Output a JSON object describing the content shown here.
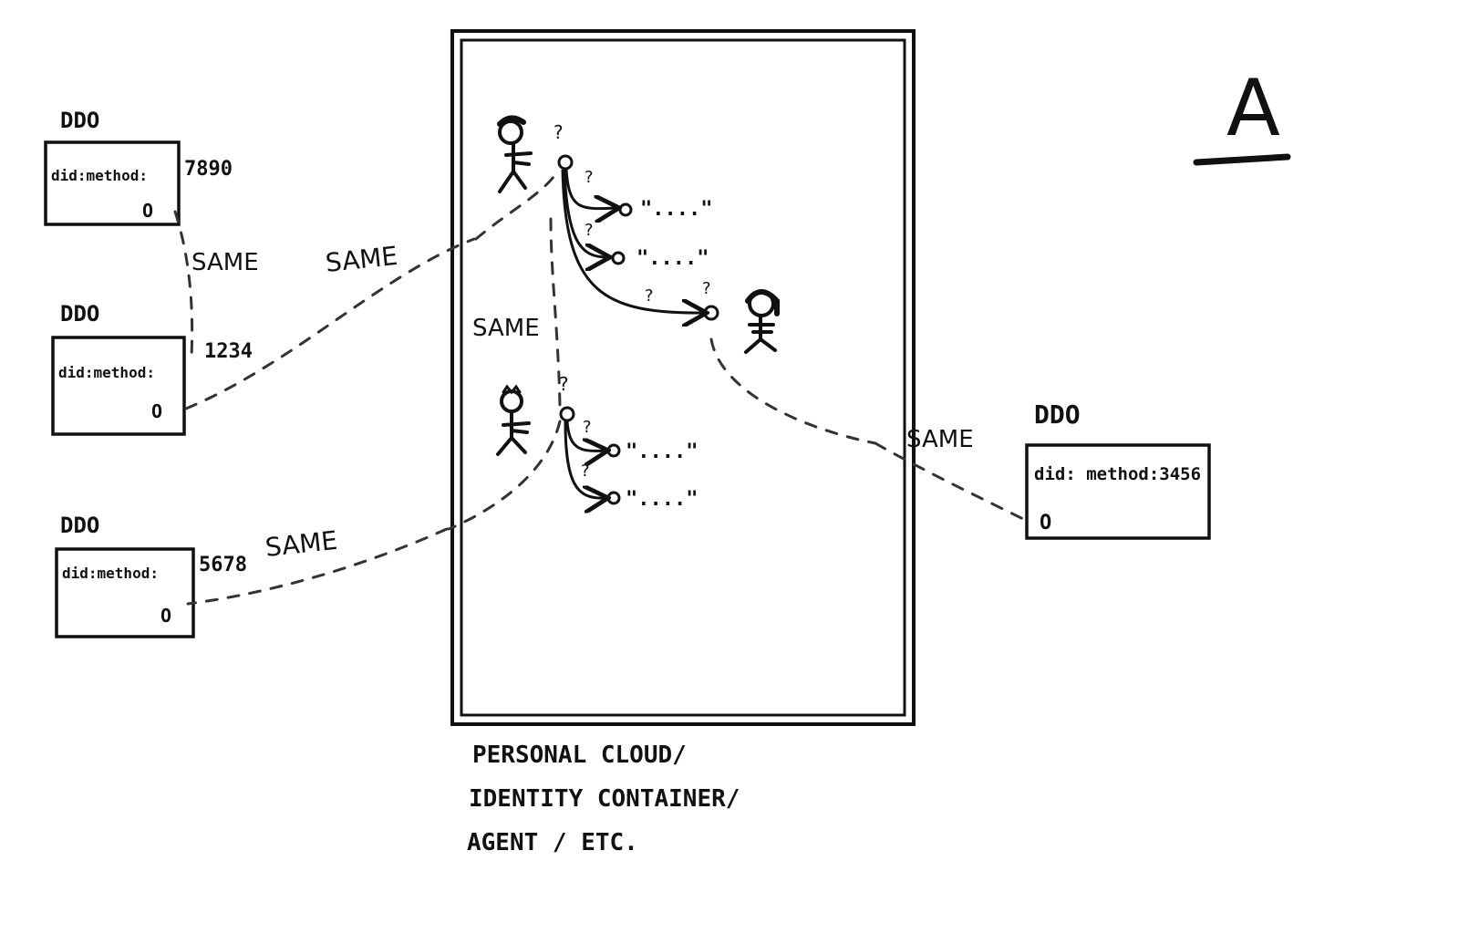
{
  "corner_letter": "A",
  "ddo_left_top": {
    "title": "DDO",
    "did": "did:method:",
    "suffix": "7890",
    "endpoint": "O"
  },
  "ddo_left_middle": {
    "title": "DDO",
    "did": "did:method:",
    "suffix": "1234",
    "endpoint": "O"
  },
  "ddo_left_bottom": {
    "title": "DDO",
    "did": "did:method:",
    "suffix": "5678",
    "endpoint": "O"
  },
  "ddo_right": {
    "title": "DDO",
    "did": "did: method:3456",
    "endpoint": "O"
  },
  "links": {
    "same_1": "SAME",
    "same_2": "SAME",
    "same_3": "SAME",
    "same_4": "SAME",
    "same_5": "SAME"
  },
  "container": {
    "caption_line_1": "PERSONAL CLOUD/",
    "caption_line_2": "IDENTITY CONTAINER/",
    "caption_line_3": "AGENT / ETC.",
    "unknown_mark": "?",
    "value_placeholder": "\"....\""
  },
  "colors": {
    "ink": "#111111",
    "paper": "#ffffff"
  }
}
